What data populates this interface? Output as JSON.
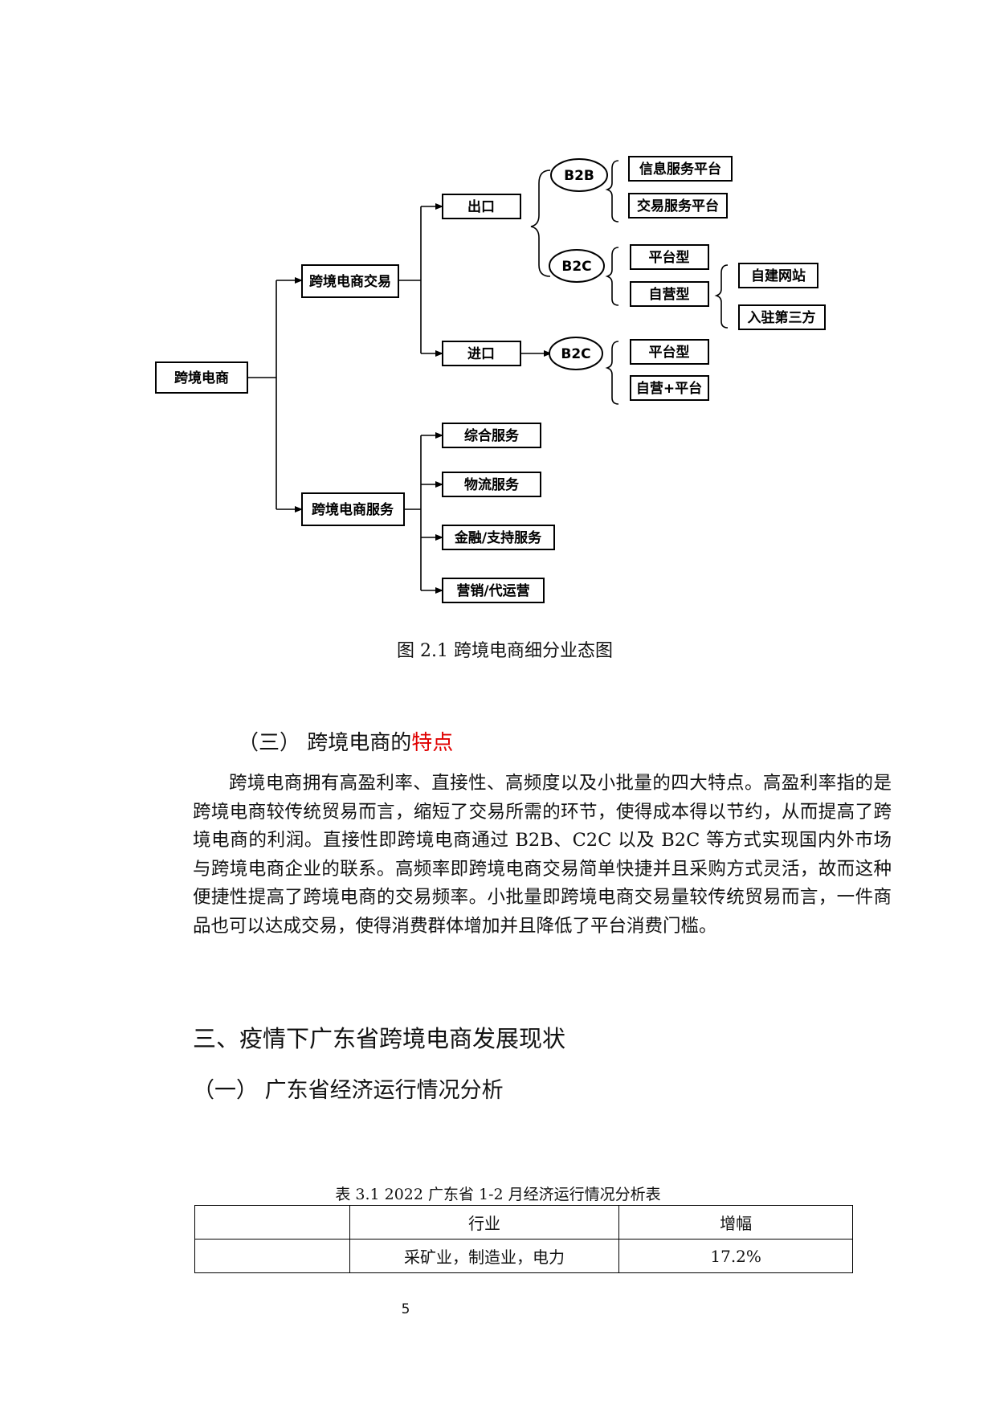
{
  "diagram": {
    "nodes": {
      "root": "跨境电商",
      "trade": "跨境电商交易",
      "service": "跨境电商服务",
      "export": "出口",
      "import": "进口",
      "b2b": "B2B",
      "b2c_export": "B2C",
      "b2c_import": "B2C",
      "info_platform": "信息服务平台",
      "trade_platform": "交易服务平台",
      "platform_type": "平台型",
      "self_type": "自营型",
      "own_website": "自建网站",
      "third_party": "入驻第三方",
      "import_platform_type": "平台型",
      "import_self_platform": "自营+平台",
      "comprehensive": "综合服务",
      "logistics": "物流服务",
      "finance": "金融/支持服务",
      "marketing": "营销/代运营"
    },
    "caption": "图 2.1  跨境电商细分业态图"
  },
  "section3": {
    "heading": "（三）  跨境电商的",
    "heading_red": "特点",
    "paragraph": "跨境电商拥有高盈利率、直接性、高频度以及小批量的四大特点。高盈利率指的是跨境电商较传统贸易而言，缩短了交易所需的环节，使得成本得以节约，从而提高了跨境电商的利润。直接性即跨境电商通过 B2B、C2C 以及 B2C 等方式实现国内外市场与跨境电商企业的联系。高频率即跨境电商交易简单快捷并且采购方式灵活，故而这种便捷性提高了跨境电商的交易频率。小批量即跨境电商交易量较传统贸易而言，一件商品也可以达成交易，使得消费群体增加并且降低了平台消费门槛。"
  },
  "chapter": {
    "heading": "三、疫情下广东省跨境电商发展现状",
    "subheading": "（一）   广东省经济运行情况分析"
  },
  "table": {
    "caption": "表 3.1  2022 广东省 1-2 月经济运行情况分析表",
    "headers": [
      "",
      "行业",
      "增幅"
    ],
    "rows": [
      [
        "",
        "采矿业，制造业，电力",
        "17.2%"
      ]
    ]
  },
  "page_number": "5"
}
